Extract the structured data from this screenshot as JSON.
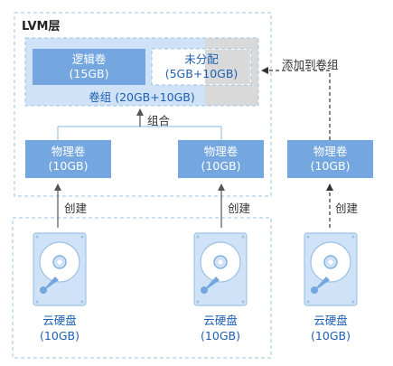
{
  "lvm_layer": {
    "title": "LVM层"
  },
  "logical_volume": {
    "name": "逻辑卷",
    "size": "(15GB)"
  },
  "unallocated": {
    "name": "未分配",
    "size": "(5GB+10GB)"
  },
  "volume_group": {
    "label": "卷组 (20GB+10GB)"
  },
  "labels": {
    "combine": "组合",
    "add_to_vg": "添加到卷组"
  },
  "physical_volumes": [
    {
      "name": "物理卷",
      "size": "(10GB)"
    },
    {
      "name": "物理卷",
      "size": "(10GB)"
    },
    {
      "name": "物理卷",
      "size": "(10GB)"
    }
  ],
  "create_labels": [
    "创建",
    "创建",
    "创建"
  ],
  "disks": [
    {
      "name": "云硬盘",
      "size": "(10GB)"
    },
    {
      "name": "云硬盘",
      "size": "(10GB)"
    },
    {
      "name": "云硬盘",
      "size": "(10GB)"
    }
  ],
  "colors": {
    "accent": "#74a6df",
    "light_fill": "#cfe2f7",
    "dashed": "#9ec3e6",
    "gray": "#d9d9d9",
    "text_blue": "#1e5fb3"
  }
}
